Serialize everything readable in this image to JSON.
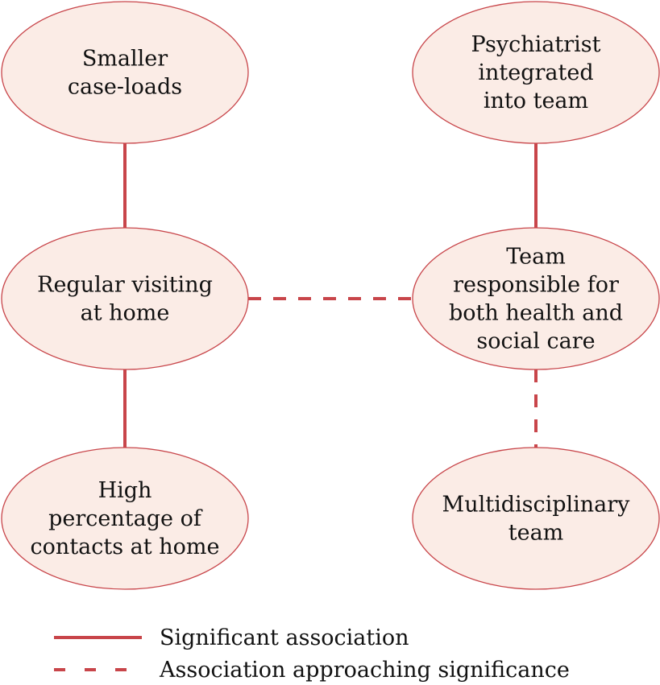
{
  "colors": {
    "node_fill": "#fbece6",
    "node_stroke": "#c8454a",
    "edge": "#c8454a"
  },
  "nodes": [
    {
      "id": "smaller",
      "lines": [
        "Smaller",
        "case-loads"
      ]
    },
    {
      "id": "psychiatrist",
      "lines": [
        "Psychiatrist",
        "integrated",
        "into team"
      ]
    },
    {
      "id": "regular",
      "lines": [
        "Regular visiting",
        "at home"
      ]
    },
    {
      "id": "team",
      "lines": [
        "Team",
        "responsible for",
        "both health and",
        "social care"
      ]
    },
    {
      "id": "high",
      "lines": [
        "High",
        "percentage of",
        "contacts at home"
      ]
    },
    {
      "id": "multi",
      "lines": [
        "Multidisciplinary",
        "team"
      ]
    }
  ],
  "edges": [
    {
      "from": "smaller",
      "to": "regular",
      "type": "significant"
    },
    {
      "from": "regular",
      "to": "high",
      "type": "significant"
    },
    {
      "from": "psychiatrist",
      "to": "team",
      "type": "significant"
    },
    {
      "from": "regular",
      "to": "team",
      "type": "approaching"
    },
    {
      "from": "team",
      "to": "multi",
      "type": "approaching"
    }
  ],
  "legend": {
    "significant": "Significant association",
    "approaching": "Association approaching significance"
  }
}
